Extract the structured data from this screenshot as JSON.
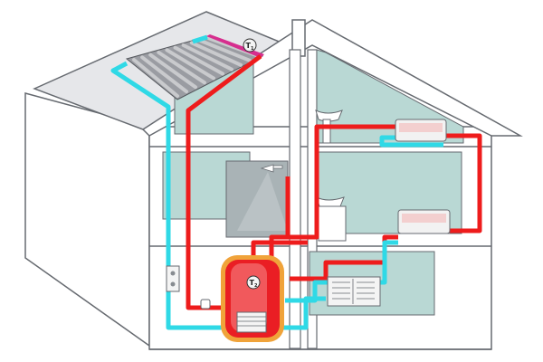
{
  "colors": {
    "background": "#ffffff",
    "wall_fill": "#ffffff",
    "wall_stroke": "#666a70",
    "room_fill": "#b9d8d4",
    "roof_panel": "#e6e7ea",
    "hot_pipe": "#ee1c1c",
    "cold_pipe": "#2fd9e6",
    "collector_frame": "#9a9ca2",
    "collector_tube": "#c9cacd",
    "collector_header": "#d62e8e",
    "tank_body": "#ea1e24",
    "tank_ring": "#f0a33a",
    "radiator_body": "#f2f2f2",
    "sensor_fill": "#f4f4f4"
  },
  "labels": {
    "collector_sensor": "T",
    "collector_sensor_sub": "1",
    "tank_sensor": "T",
    "tank_sensor_sub": "2"
  },
  "icons": {
    "collector": "solar-collector-icon",
    "tank": "hot-water-tank-icon",
    "shower": "shower-head-icon",
    "sink": "wash-basin-icon",
    "controller": "controller-icon",
    "pump": "pump-icon"
  }
}
